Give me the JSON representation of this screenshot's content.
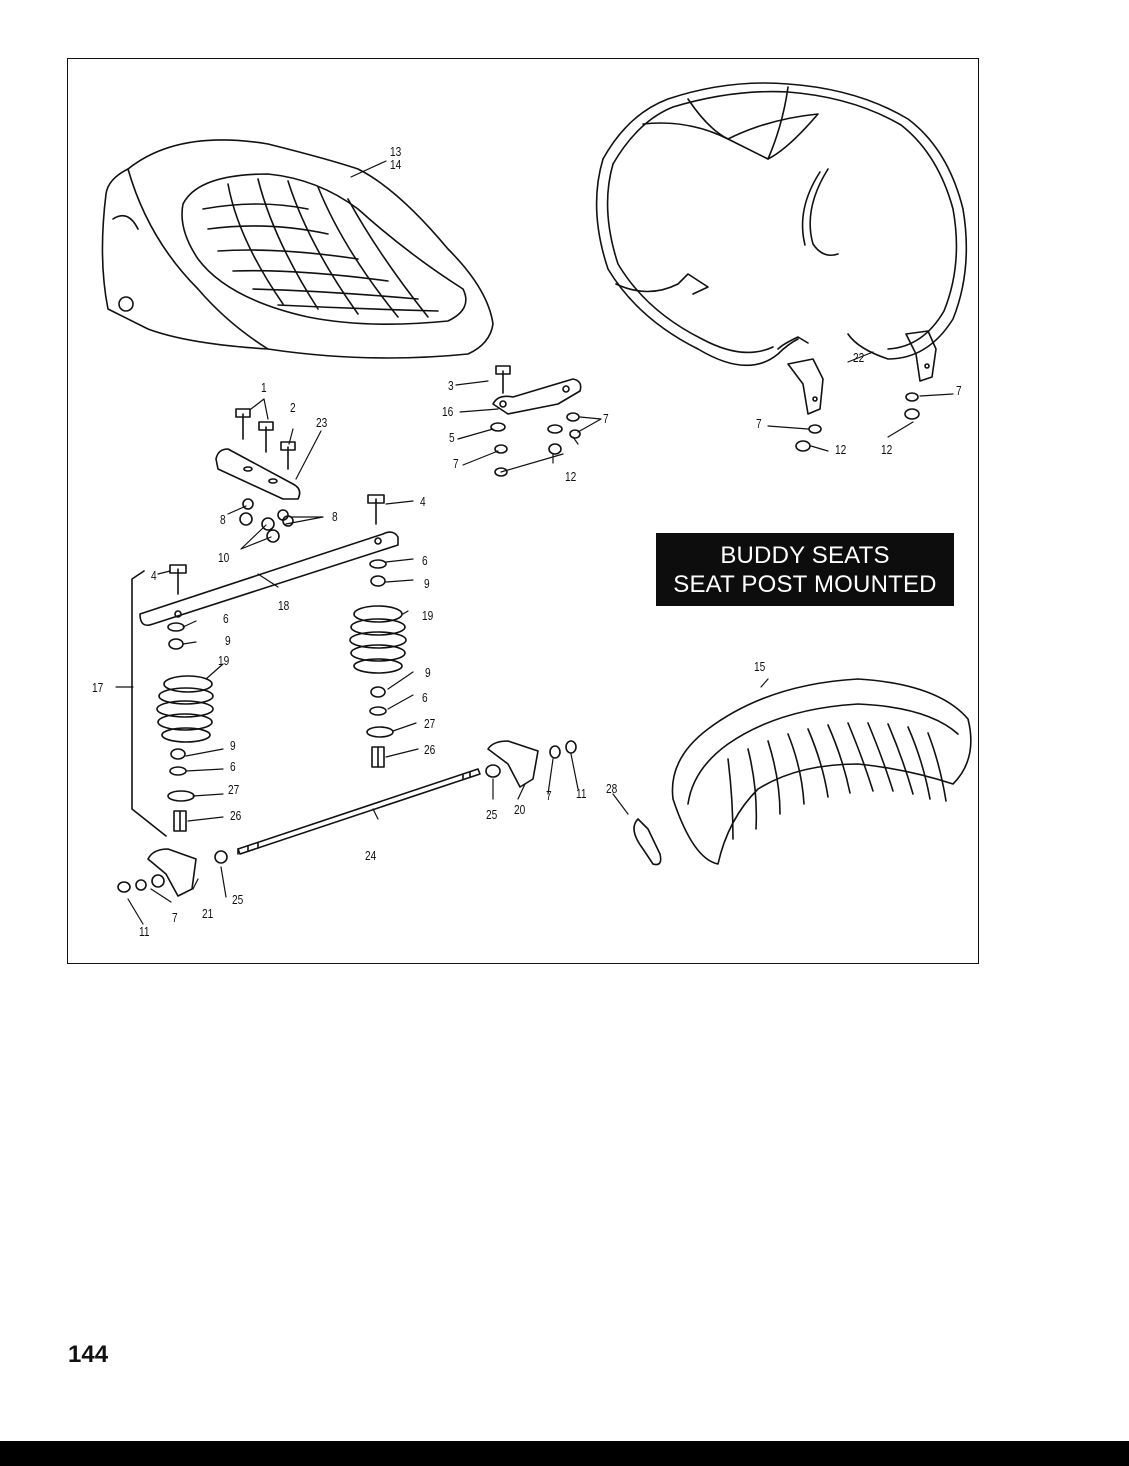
{
  "title": {
    "line1": "BUDDY SEATS",
    "line2": "SEAT POST MOUNTED"
  },
  "page_number": "144",
  "callouts": {
    "c13": "13",
    "c14": "14",
    "c15": "15",
    "c1": "1",
    "c2": "2",
    "c23": "23",
    "c3": "3",
    "c16": "16",
    "c5": "5",
    "c7a": "7",
    "c7b": "7",
    "c7c": "7",
    "c7d": "7",
    "c7e": "7",
    "c7f": "7",
    "c12a": "12",
    "c12b": "12",
    "c12c": "12",
    "c22": "22",
    "c8a": "8",
    "c8b": "8",
    "c10": "10",
    "c4a": "4",
    "c4b": "4",
    "c6a": "6",
    "c6b": "6",
    "c6c": "6",
    "c6d": "6",
    "c9a": "9",
    "c9b": "9",
    "c9c": "9",
    "c9d": "9",
    "c18": "18",
    "c19a": "19",
    "c19b": "19",
    "c17": "17",
    "c27a": "27",
    "c27b": "27",
    "c26a": "26",
    "c26b": "26",
    "c24": "24",
    "c25a": "25",
    "c25b": "25",
    "c20": "20",
    "c21": "21",
    "c11a": "11",
    "c11b": "11",
    "c28": "28"
  }
}
